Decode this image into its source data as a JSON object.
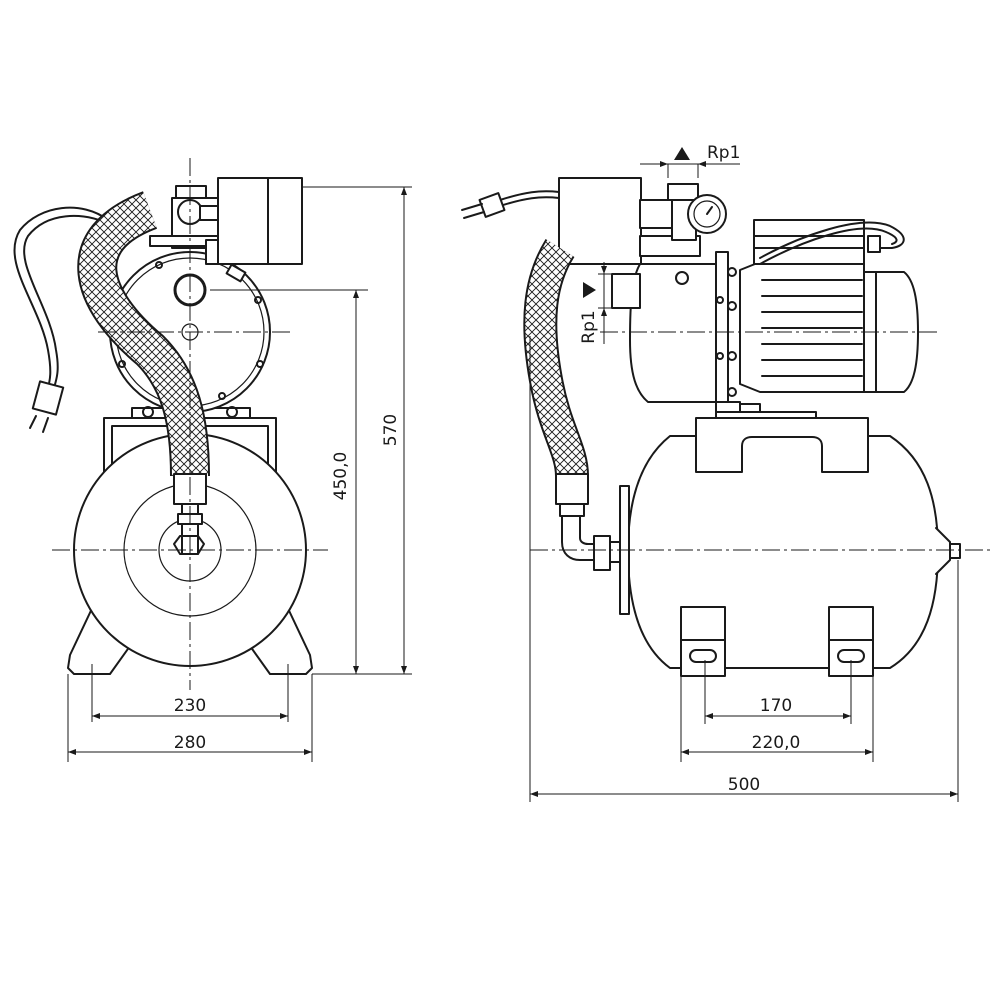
{
  "front_view": {
    "dim_width_inner": "230",
    "dim_width_outer": "280",
    "dim_height_inlet": "450,0",
    "dim_height_total": "570"
  },
  "side_view": {
    "dim_foot_inner": "170",
    "dim_foot_outer": "220,0",
    "dim_length_total": "500",
    "outlet_label": "Rp1",
    "inlet_label": "Rp1"
  }
}
